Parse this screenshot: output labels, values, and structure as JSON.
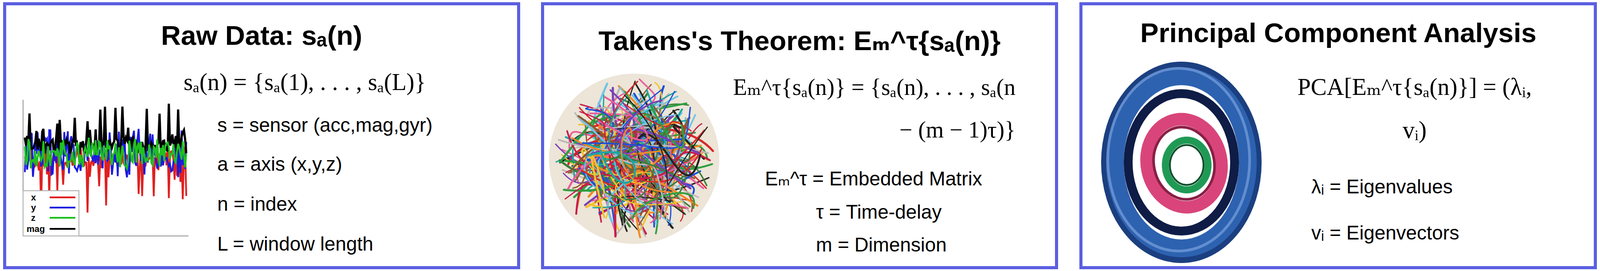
{
  "diagram": {
    "nodes": [
      {
        "text": [
          "Raw Data: sₐ(n)",
          "sₐ(n) = {sₐ(1), . . . , sₐ(L)}",
          "s = sensor (acc,mag,gyr)",
          "a = axis (x,y,z)",
          "n = index",
          "L = window length"
        ]
      },
      {
        "text": [
          "Takens's Theorem: Eₘ^τ{sₐ(n)}",
          "Eₘ^τ{sₐ(n)} = {sₐ(n), . . . , sₐ(n − (m − 1)τ)}",
          "Eₘ^τ = Embedded Matrix",
          "τ = Time-delay",
          "m = Dimension"
        ]
      },
      {
        "text": [
          "Principal Component Analysis",
          "PCA[Eₘ^τ{sₐ(n)}] = (λᵢ, vᵢ)",
          "λᵢ = Eigenvalues",
          "vᵢ = Eigenvectors"
        ]
      }
    ],
    "legend": [
      {
        "text": "x"
      },
      {
        "text": "y"
      },
      {
        "text": "z"
      },
      {
        "text": "mag"
      }
    ]
  }
}
